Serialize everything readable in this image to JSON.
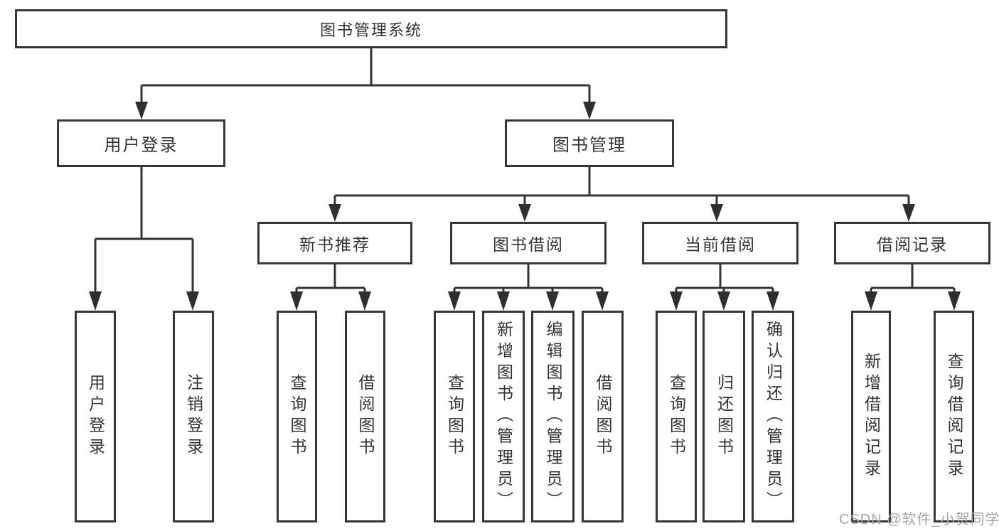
{
  "diagram_type": "hierarchy-tree",
  "colors": {
    "line": "#333333",
    "box_border": "#363636",
    "box_fill": "#ffffff",
    "text": "#333333",
    "watermark_text": "#a6a6a6",
    "background": "#ffffff"
  },
  "tree": {
    "label": "图书管理系统",
    "children": [
      {
        "label": "用户登录",
        "children": [
          {
            "label": "用户登录"
          },
          {
            "label": "注销登录"
          }
        ]
      },
      {
        "label": "图书管理",
        "children": [
          {
            "label": "新书推荐",
            "children": [
              {
                "label": "查询图书"
              },
              {
                "label": "借阅图书"
              }
            ]
          },
          {
            "label": "图书借阅",
            "children": [
              {
                "label": "查询图书"
              },
              {
                "label": "新增图书（管理员）"
              },
              {
                "label": "编辑图书（管理员）"
              },
              {
                "label": "借阅图书"
              }
            ]
          },
          {
            "label": "当前借阅",
            "children": [
              {
                "label": "查询图书"
              },
              {
                "label": "归还图书"
              },
              {
                "label": "确认归还（管理员）"
              }
            ]
          },
          {
            "label": "借阅记录",
            "children": [
              {
                "label": "新增借阅记录"
              },
              {
                "label": "查询借阅记录"
              }
            ]
          }
        ]
      }
    ]
  },
  "watermark": {
    "text": "CSDN @软件_小贺同学"
  }
}
